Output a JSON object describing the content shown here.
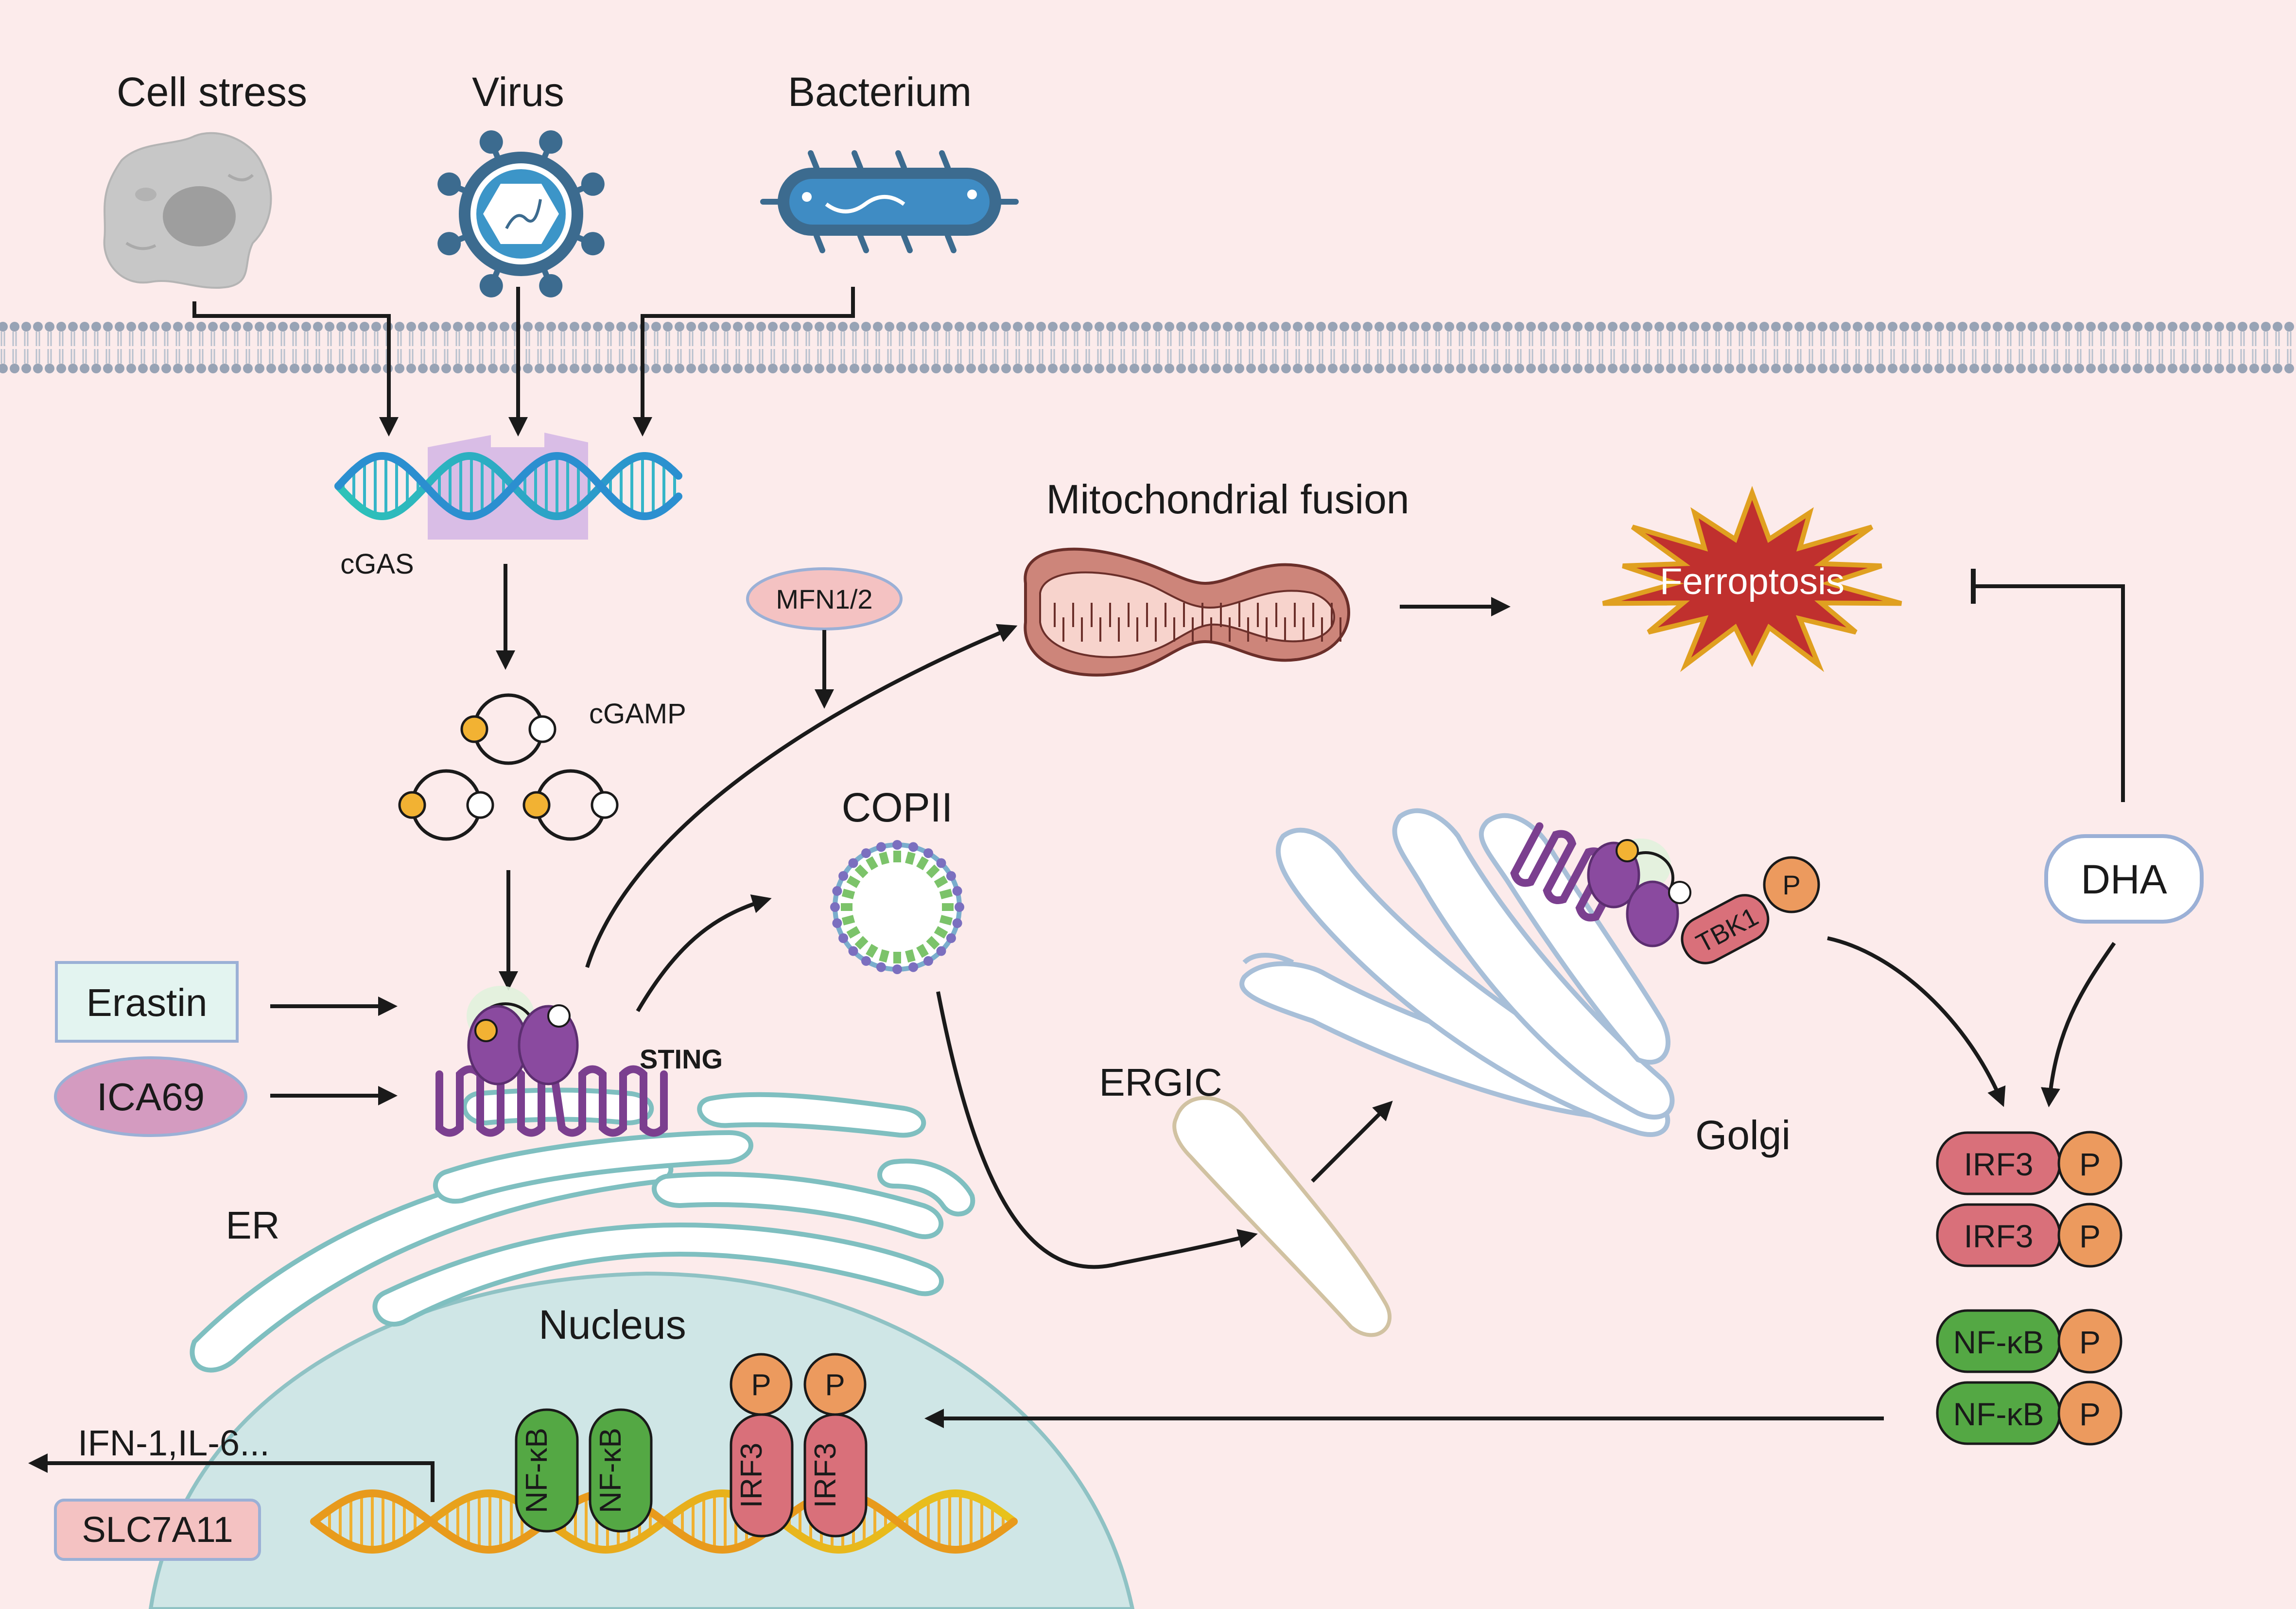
{
  "labels": {
    "cell_stress": "Cell stress",
    "virus": "Virus",
    "bacterium": "Bacterium",
    "cgas": "cGAS",
    "cgamp": "cGAMP",
    "mfn": "MFN1/2",
    "mito_fusion": "Mitochondrial fusion",
    "ferroptosis": "Ferroptosis",
    "copii": "COPII",
    "erastin": "Erastin",
    "ica69": "ICA69",
    "sting": "STING",
    "er": "ER",
    "ergic": "ERGIC",
    "golgi": "Golgi",
    "tbk1": "TBK1",
    "p": "P",
    "dha": "DHA",
    "irf3": "IRF3",
    "nfkb": "NF-κB",
    "nucleus": "Nucleus",
    "ifn": "IFN-1,IL-6...",
    "slc7a11": "SLC7A11"
  },
  "colors": {
    "background": "#fcebeb",
    "membrane": "#98a3b5",
    "arrow": "#1a1a1a",
    "virus_blue": "#3c6b8f",
    "bacterium_blue": "#3f8cc4",
    "cgas_purple": "#d5b8e6",
    "dna_teal": "#2ba3c8",
    "sting_purple": "#7b3f8f",
    "ferroptosis_red": "#c0302e",
    "ferroptosis_gold": "#e0a020",
    "irf3_red": "#d9707a",
    "nfkb_green": "#54a844",
    "phospho_orange": "#ec9a5e",
    "nucleus_teal": "#cfe6e6",
    "er_teal": "#7fbfc0",
    "golgi_blue": "#a8bfd8",
    "mito_brown": "#cd857a"
  },
  "icons": [
    "cell-stress-icon",
    "virus-icon",
    "bacterium-icon",
    "dna-icon",
    "cgamp-icon",
    "copii-vesicle-icon",
    "mitochondrion-icon",
    "sting-protein-icon",
    "golgi-icon",
    "er-icon",
    "ergic-icon"
  ]
}
